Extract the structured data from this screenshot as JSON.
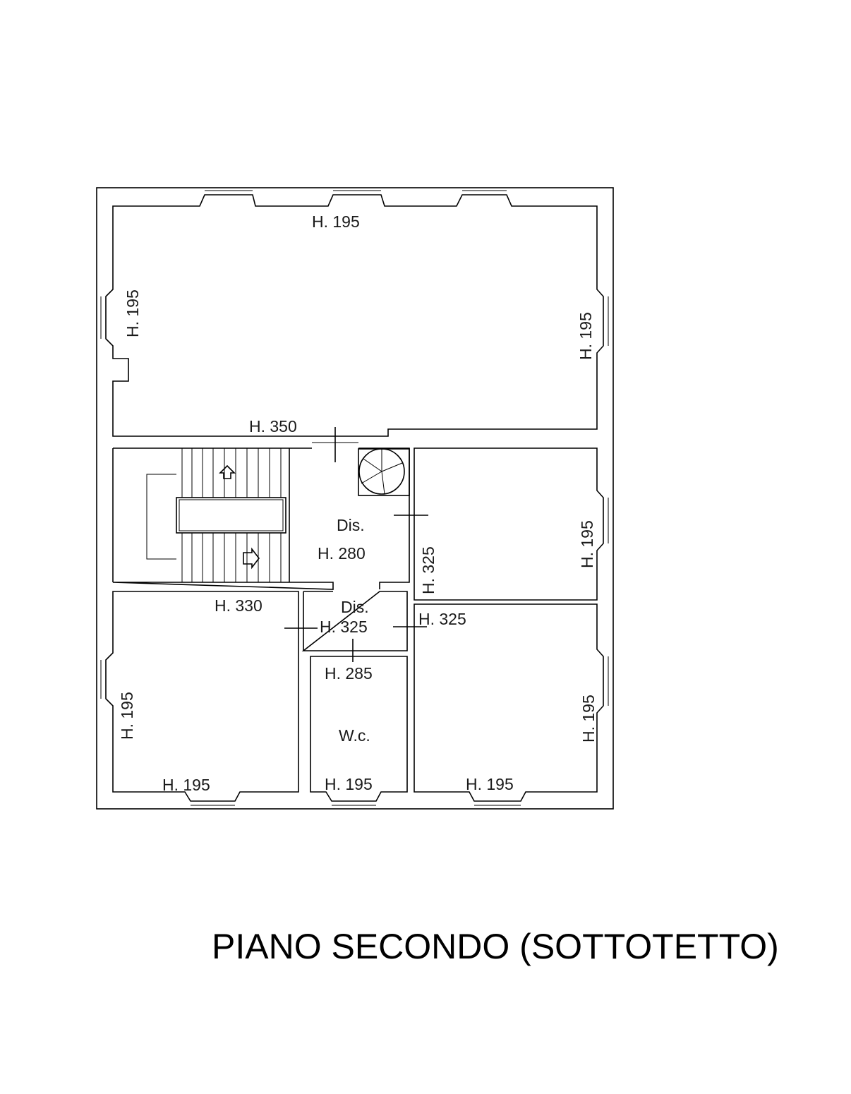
{
  "title": "PIANO SECONDO (SOTTOTETTO)",
  "labels": {
    "top_room_h": "H. 195",
    "top_room_left_h": "H. 195",
    "top_room_right_h": "H. 195",
    "top_partition_h": "H. 350",
    "dis_upper_name": "Dis.",
    "dis_upper_h": "H. 280",
    "dis_upper_right_h": "H. 325",
    "right_mid_room_h": "H. 195",
    "left_bottom_top_h": "H. 330",
    "dis_lower_name": "Dis.",
    "dis_lower_h": "H. 325",
    "right_lower_door_h": "H. 325",
    "wc_door_h": "H. 285",
    "wc_name": "W.c.",
    "left_bottom_room_h": "H. 195",
    "right_bottom_room_h": "H. 195",
    "left_bottom_window_h": "H. 195",
    "wc_window_h": "H. 195",
    "right_bottom_window_h": "H. 195"
  }
}
